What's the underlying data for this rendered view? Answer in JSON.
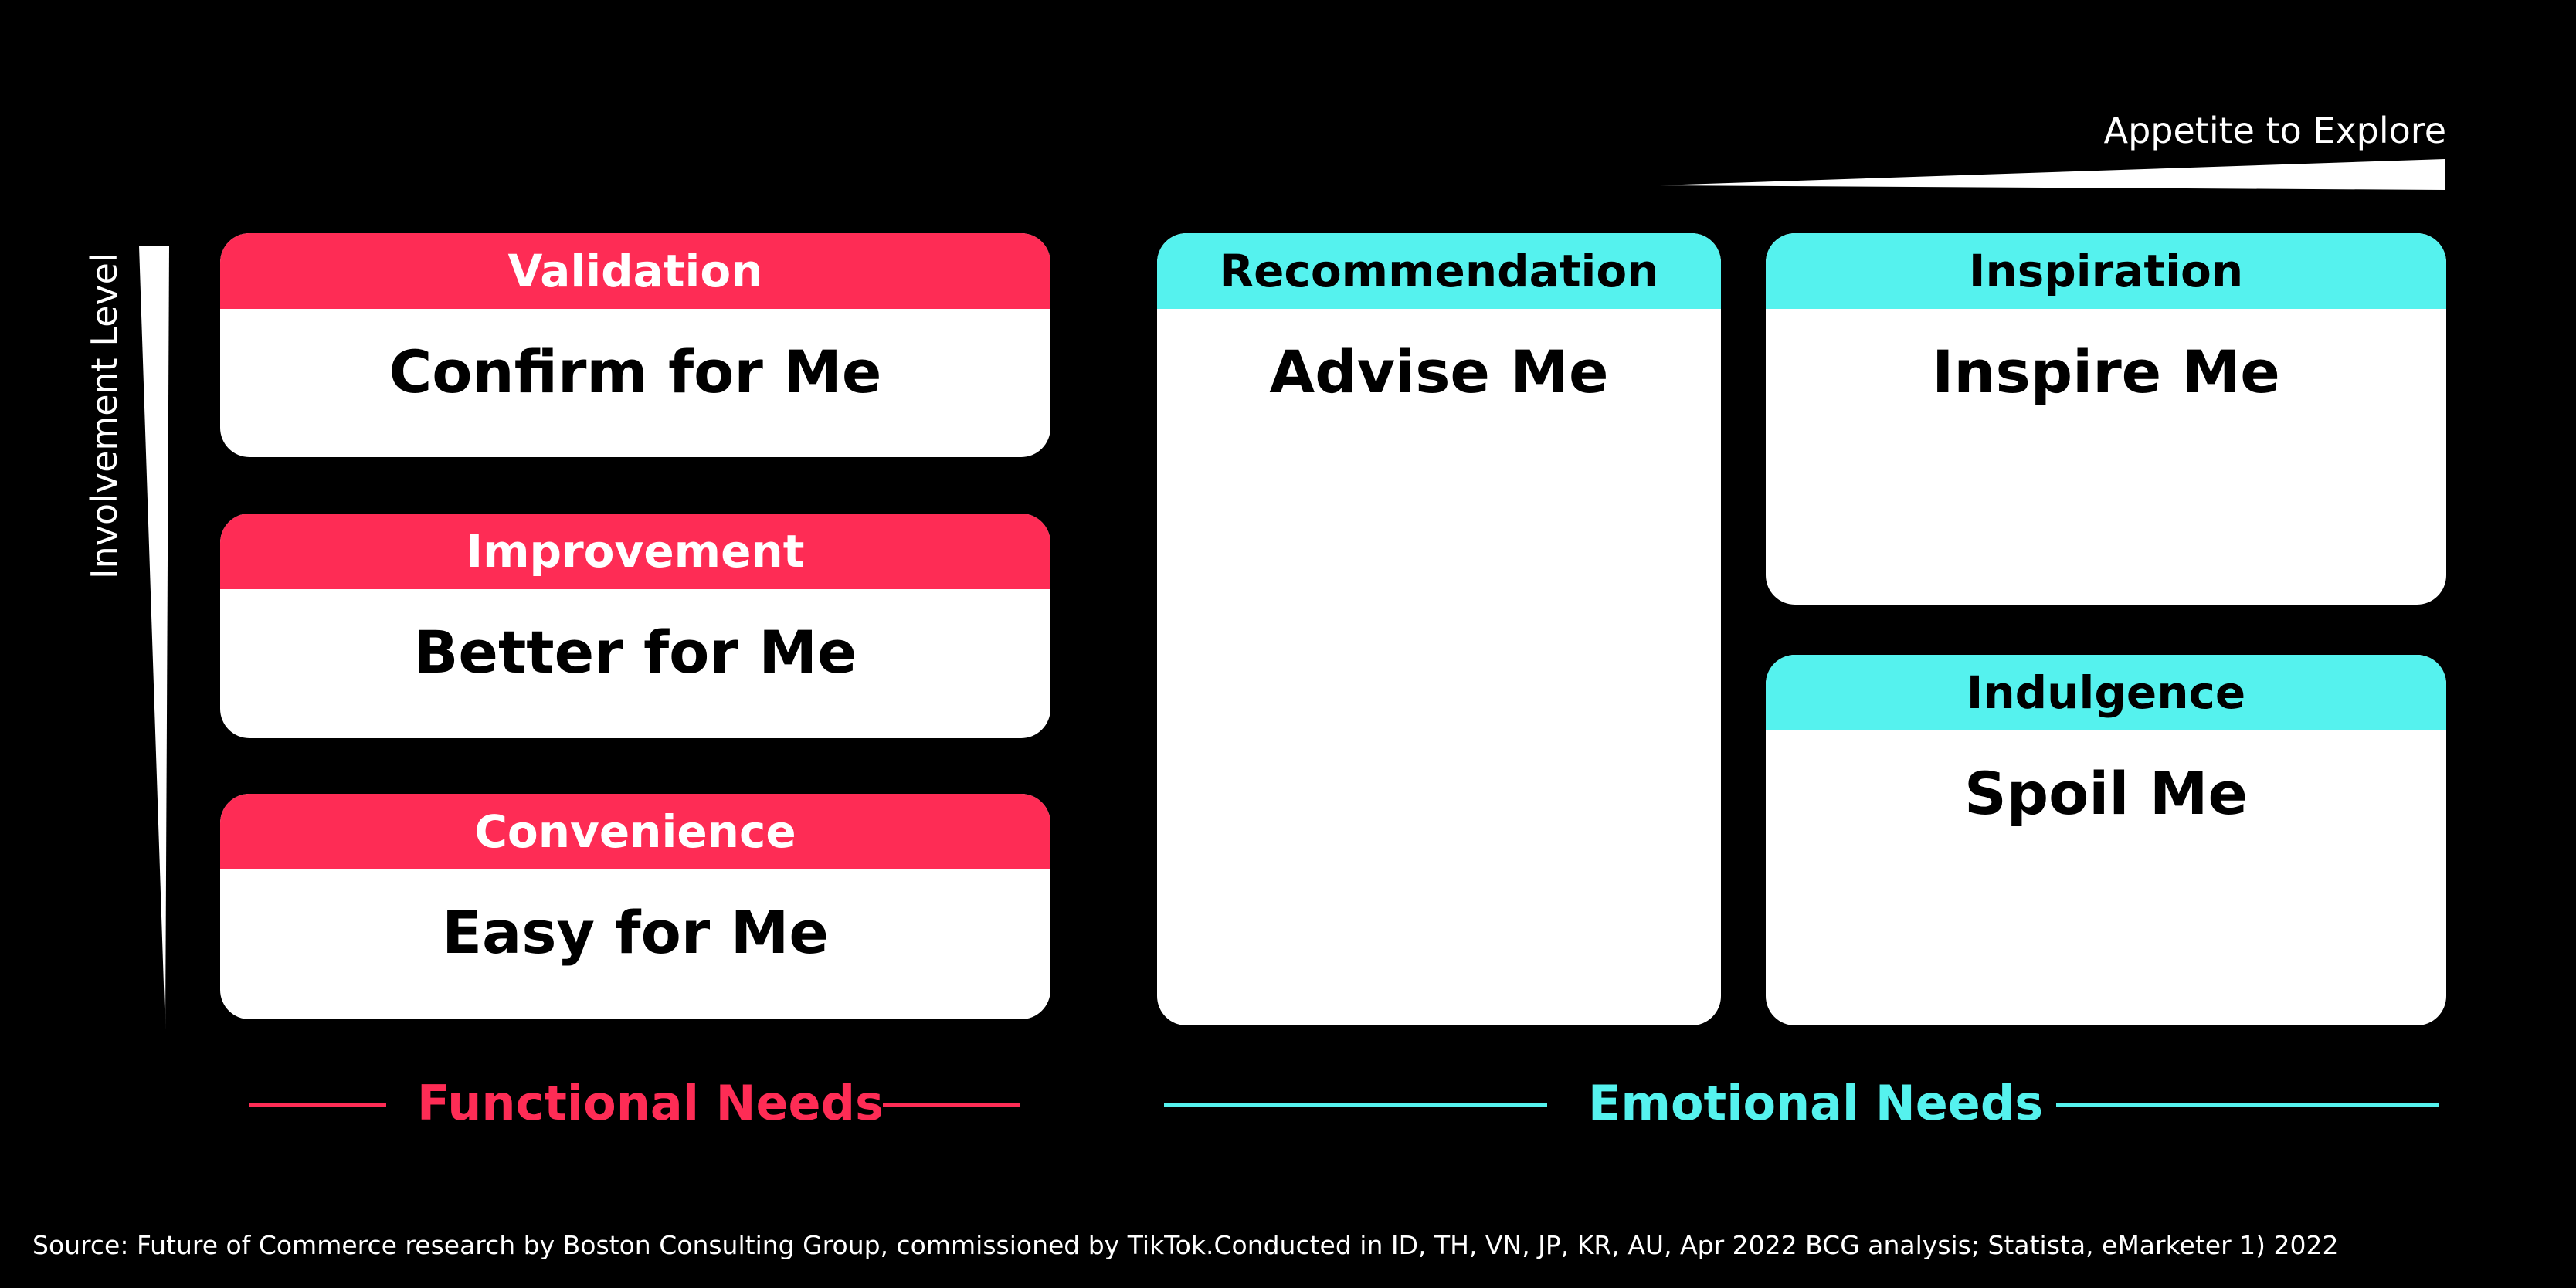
{
  "axes": {
    "horizontal_label": "Appetite to Explore",
    "vertical_label": "Involvement Level"
  },
  "colors": {
    "background": "#000000",
    "functional_accent": "#fe2c55",
    "emotional_accent": "#55f2ee",
    "card_background": "#ffffff"
  },
  "functional": {
    "group_label": "Functional Needs",
    "cards": [
      {
        "header": "Validation",
        "body": "Confirm for Me"
      },
      {
        "header": "Improvement",
        "body": "Better for Me"
      },
      {
        "header": "Convenience",
        "body": "Easy for Me"
      }
    ]
  },
  "emotional": {
    "group_label": "Emotional Needs",
    "cards": [
      {
        "header": "Recommendation",
        "body": "Advise Me"
      },
      {
        "header": "Inspiration",
        "body": "Inspire Me"
      },
      {
        "header": "Indulgence",
        "body": "Spoil Me"
      }
    ]
  },
  "source": "Source: Future of Commerce research by Boston Consulting Group, commissioned by TikTok.Conducted in ID, TH, VN, JP, KR, AU, Apr 2022 BCG analysis; Statista, eMarketer 1) 2022"
}
